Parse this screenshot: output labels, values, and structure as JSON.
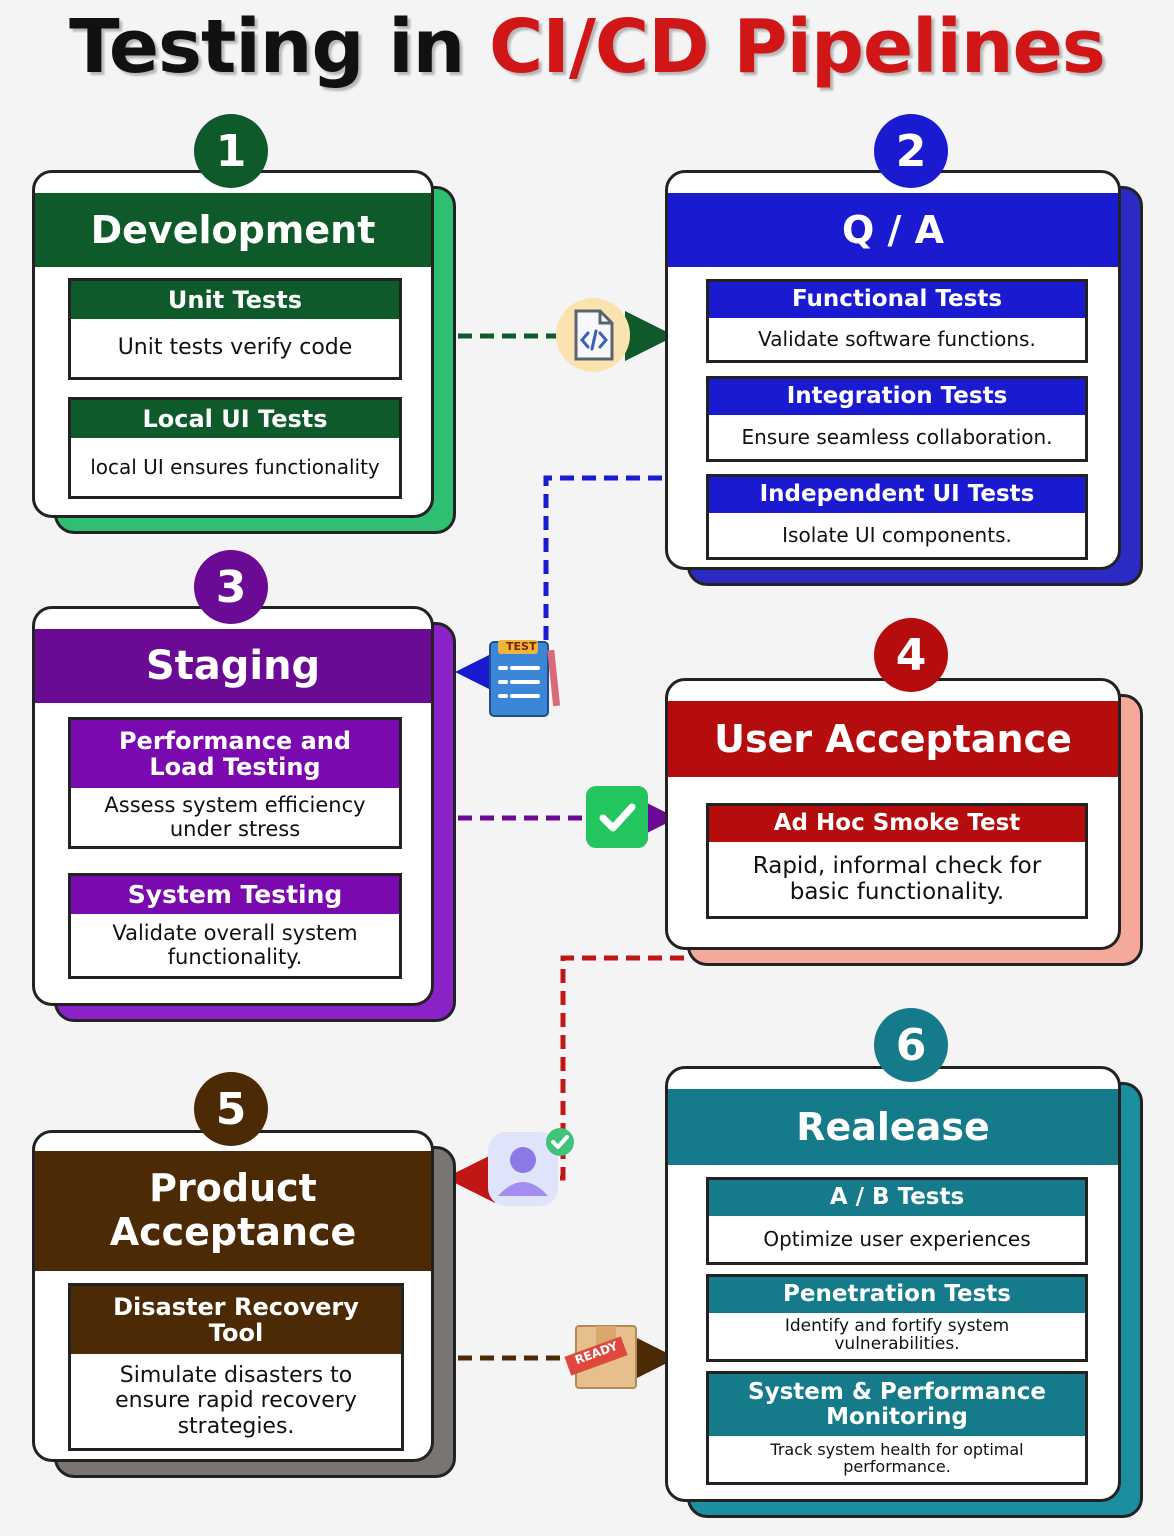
{
  "title": {
    "main": "Testing in",
    "accent": "CI/CD Pipelines"
  },
  "colors": {
    "development": "#0e5a2a",
    "development_shadow": "#2fbf72",
    "qa": "#1a1ad0",
    "qa_shadow": "#2b2bc4",
    "staging": "#6a0a95",
    "staging_shadow": "#8b22c8",
    "user_acceptance": "#b50d0d",
    "user_acceptance_shadow": "#f4a99a",
    "product_acceptance": "#4d2a06",
    "product_acceptance_shadow": "#7a7572",
    "release": "#157a8a",
    "release_shadow": "#1b8fa0"
  },
  "stages": {
    "development": {
      "number": "1",
      "title": "Development",
      "items": [
        {
          "heading": "Unit Tests",
          "text": "Unit tests verify code"
        },
        {
          "heading": "Local UI Tests",
          "text": "local UI ensures functionality"
        }
      ]
    },
    "qa": {
      "number": "2",
      "title": "Q / A",
      "items": [
        {
          "heading": "Functional Tests",
          "text": "Validate software functions."
        },
        {
          "heading": "Integration Tests",
          "text": "Ensure seamless collaboration."
        },
        {
          "heading": "Independent UI Tests",
          "text": "Isolate UI components."
        }
      ]
    },
    "staging": {
      "number": "3",
      "title": "Staging",
      "items": [
        {
          "heading": "Performance and Load Testing",
          "text": "Assess system efficiency under stress"
        },
        {
          "heading": "System Testing",
          "text": "Validate overall system functionality."
        }
      ]
    },
    "user_acceptance": {
      "number": "4",
      "title": "User Acceptance",
      "items": [
        {
          "heading": "Ad Hoc Smoke Test",
          "text": "Rapid, informal check for basic functionality."
        }
      ]
    },
    "product_acceptance": {
      "number": "5",
      "title": "Product Acceptance",
      "items": [
        {
          "heading": "Disaster Recovery Tool",
          "text": "Simulate disasters to ensure rapid recovery strategies."
        }
      ]
    },
    "release": {
      "number": "6",
      "title": "Realease",
      "items": [
        {
          "heading": "A / B Tests",
          "text": "Optimize user experiences"
        },
        {
          "heading": "Penetration Tests",
          "text": "Identify and fortify system vulnerabilities."
        },
        {
          "heading": "System & Performance Monitoring",
          "text": "Track system health for optimal performance."
        }
      ]
    }
  },
  "icons": {
    "code_file": "code-file-icon",
    "test_sheet": "test-sheet-icon",
    "test_sheet_label": "TEST",
    "checkmark": "checkmark-icon",
    "user_approved": "user-approved-icon",
    "ready_box": "ready-box-icon",
    "ready_label": "READY"
  }
}
